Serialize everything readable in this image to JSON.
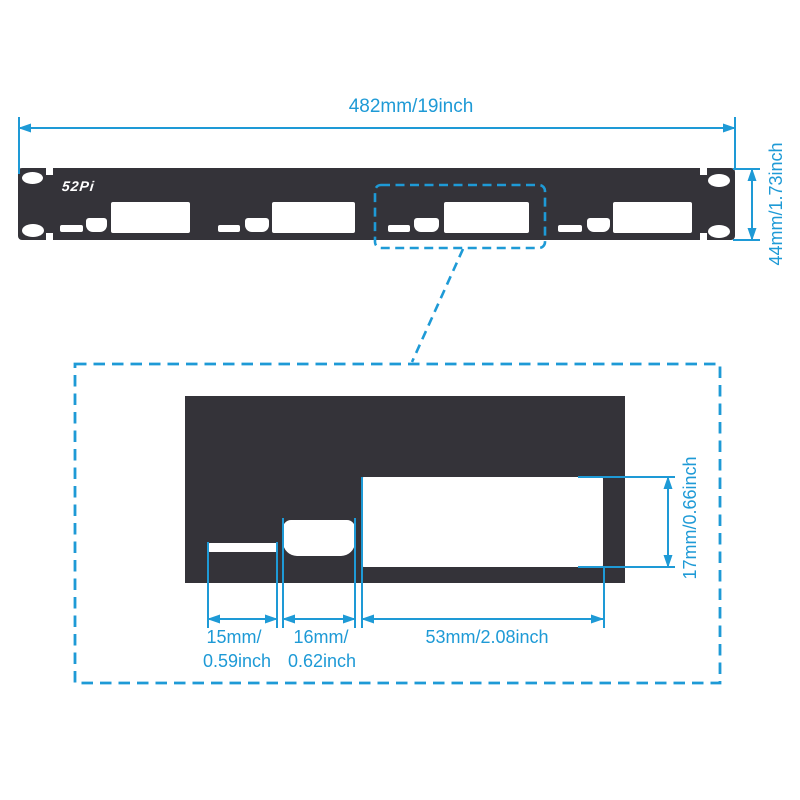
{
  "colors": {
    "accent_blue": "#1e9ad6",
    "panel_fill": "#343339",
    "cutout_fill": "#ffffff"
  },
  "panel": {
    "logo": "52Pi",
    "width_dim_label": "482mm/19inch",
    "height_dim_label": "44mm/1.73inch"
  },
  "detail": {
    "slot_width_line1": "15mm/",
    "slot_width_line2": "0.59inch",
    "notch_width_line1": "16mm/",
    "notch_width_line2": "0.62inch",
    "opening_width_label": "53mm/2.08inch",
    "opening_height_label": "17mm/0.66inch"
  }
}
